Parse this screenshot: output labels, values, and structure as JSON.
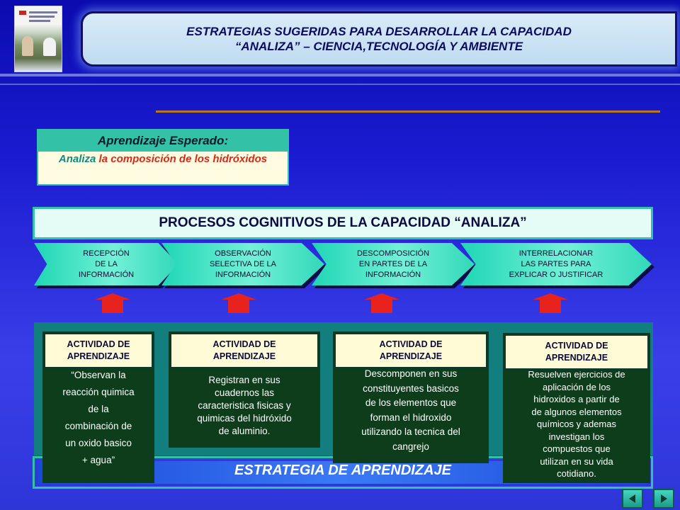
{
  "header": {
    "title_line1": "ESTRATEGIAS SUGERIDAS PARA DESARROLLAR LA CAPACIDAD",
    "title_line2": "“ANALIZA” – CIENCIA,TECNOLOGÍA Y AMBIENTE"
  },
  "expected_learning": {
    "heading": "Aprendizaje Esperado:",
    "verb": "Analiza",
    "text": " la composición de los hidróxidos"
  },
  "processes": {
    "heading": "PROCESOS COGNITIVOS DE LA CAPACIDAD “ANALIZA”",
    "steps": [
      {
        "lines": [
          "RECEPCIÓN",
          "DE LA",
          "INFORMACIÓN"
        ]
      },
      {
        "lines": [
          "OBSERVACIÓN",
          "SELECTIVA DE  LA",
          "INFORMACIÓN"
        ]
      },
      {
        "lines": [
          "DESCOMPOSICIÓN",
          "EN PARTES DE LA",
          "INFORMACIÓN"
        ]
      },
      {
        "lines": [
          "INTERRELACIONAR",
          "LAS PARTES PARA",
          "EXPLICAR O JUSTIFICAR"
        ]
      }
    ]
  },
  "activities": [
    {
      "heading_line1": "ACTIVIDAD DE",
      "heading_line2": "APRENDIZAJE",
      "lines": [
        "“Observan la",
        "reacción quimica",
        "de la",
        "combinación de",
        "un oxido basico",
        "+ agua”"
      ]
    },
    {
      "heading_line1": "ACTIVIDAD DE",
      "heading_line2": "APRENDIZAJE",
      "lines": [
        "Registran en sus",
        "cuadernos   las",
        "caracteristica  fisicas y",
        "quimicas del  hidróxido",
        "de  aluminio."
      ]
    },
    {
      "heading_line1": "ACTIVIDAD DE",
      "heading_line2": "APRENDIZAJE",
      "lines": [
        "Descomponen  en sus",
        "constituyentes basicos",
        "de los  elementos   que",
        "forman   el hidroxido",
        "utilizando  la tecnica del",
        "cangrejo"
      ]
    },
    {
      "heading_line1": "ACTIVIDAD DE",
      "heading_line2": "APRENDIZAJE",
      "lines": [
        "Resuelven ejercicios de",
        "aplicación de los",
        "hidroxidos    a partir de",
        "de  algunos elementos",
        "químicos y ademas",
        "investigan los",
        "compuestos  que",
        "utilizan en su vida",
        "cotidiano."
      ]
    }
  ],
  "strategy": {
    "label": "ESTRATEGIA DE APRENDIZAJE"
  },
  "navigation": {
    "prev_icon": "nav-prev-icon",
    "next_icon": "nav-next-icon"
  },
  "colors": {
    "background": "#1a1bd0",
    "accent": "#33c2a8",
    "activity_body": "#0d3d1a",
    "arrow": "#e8231e"
  }
}
